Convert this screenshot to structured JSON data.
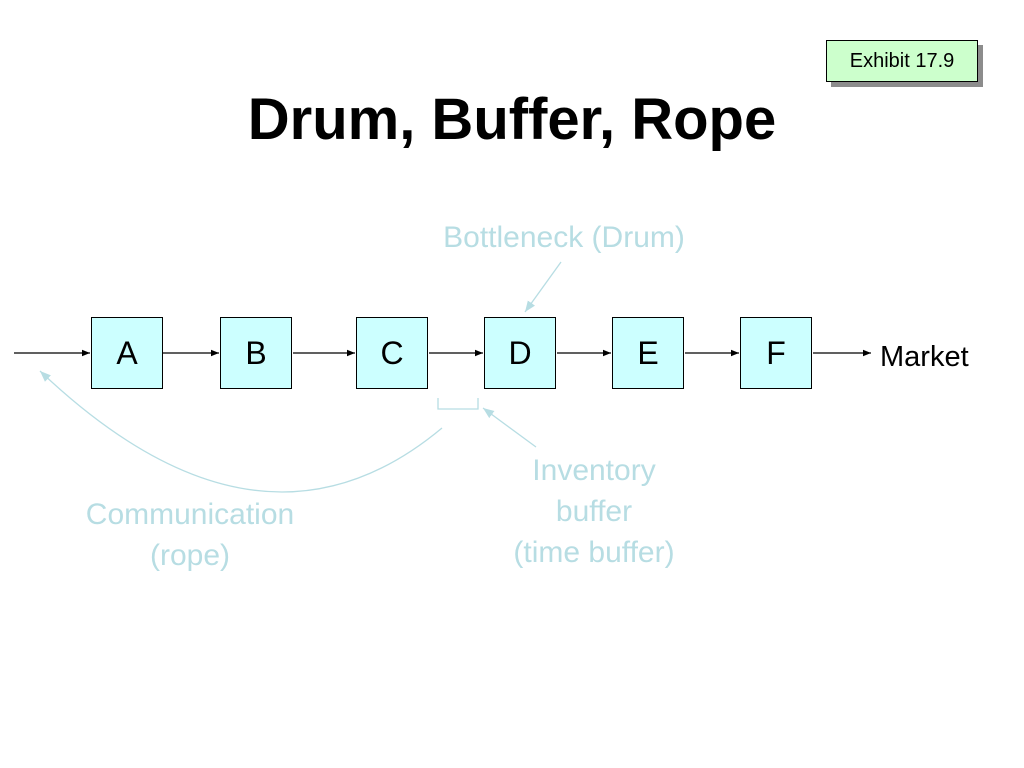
{
  "exhibit_label": "Exhibit 17.9",
  "title": "Drum, Buffer, Rope",
  "stations": [
    "A",
    "B",
    "C",
    "D",
    "E",
    "F"
  ],
  "market_label": "Market",
  "labels": {
    "bottleneck": "Bottleneck (Drum)",
    "inventory_line1": "Inventory",
    "inventory_line2": "buffer",
    "inventory_line3": "(time buffer)",
    "rope_line1": "Communication",
    "rope_line2": "(rope)"
  },
  "colors": {
    "station_fill": "#ccffff",
    "exhibit_fill": "#ccffcc",
    "annotation_text": "#b7dde3",
    "annotation_line": "#b7dde3"
  }
}
